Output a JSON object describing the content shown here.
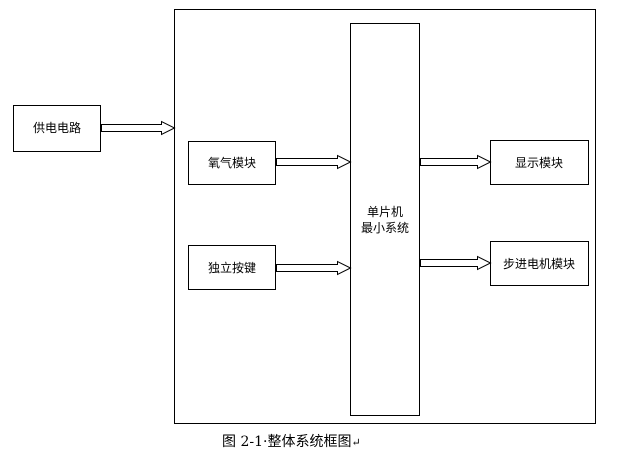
{
  "blocks": {
    "power_supply": "供电电路",
    "oxygen_module": "氧气模块",
    "independent_keys": "独立按键",
    "mcu_line1": "单片机",
    "mcu_line2": "最小系统",
    "display_module": "显示模块",
    "stepper_motor_module": "步进电机模块"
  },
  "caption": {
    "text": "图 2-1·整体系统框图",
    "return_mark": "↵"
  }
}
